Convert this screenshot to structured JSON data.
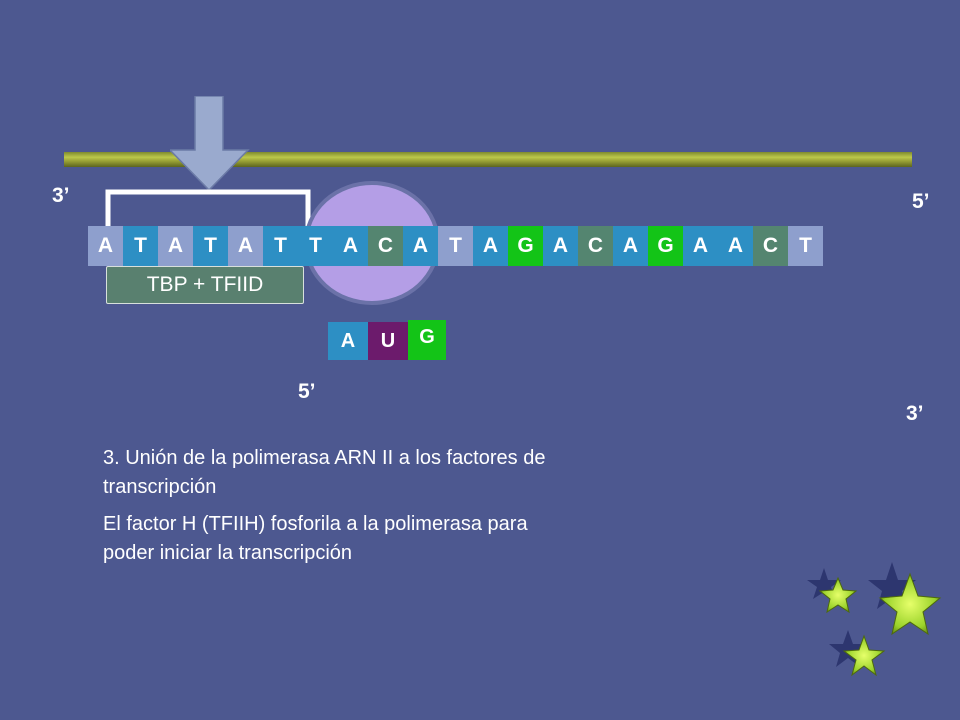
{
  "labels": {
    "top_left": "3’",
    "top_right": "5’",
    "rna_five_prime": "5’",
    "bottom_right": "3’"
  },
  "dna_sequence": [
    {
      "letter": "A",
      "color": "#8e9fcd"
    },
    {
      "letter": "T",
      "color": "#2d8fc4"
    },
    {
      "letter": "A",
      "color": "#8e9fcd"
    },
    {
      "letter": "T",
      "color": "#2d8fc4"
    },
    {
      "letter": "A",
      "color": "#8e9fcd"
    },
    {
      "letter": "T",
      "color": "#2d8fc4"
    },
    {
      "letter": "T",
      "color": "#2d8fc4"
    },
    {
      "letter": "A",
      "color": "#2d8fc4"
    },
    {
      "letter": "C",
      "color": "#548570"
    },
    {
      "letter": "A",
      "color": "#2d8fc4"
    },
    {
      "letter": "T",
      "color": "#8e9fcd"
    },
    {
      "letter": "A",
      "color": "#2d8fc4"
    },
    {
      "letter": "G",
      "color": "#13c417"
    },
    {
      "letter": "A",
      "color": "#2d8fc4"
    },
    {
      "letter": "C",
      "color": "#548570"
    },
    {
      "letter": "A",
      "color": "#2d8fc4"
    },
    {
      "letter": "G",
      "color": "#13c417"
    },
    {
      "letter": "A",
      "color": "#2d8fc4"
    },
    {
      "letter": "A",
      "color": "#2d8fc4"
    },
    {
      "letter": "C",
      "color": "#548570"
    },
    {
      "letter": "T",
      "color": "#8e9fcd"
    }
  ],
  "tbp_box": {
    "label": "TBP + TFIID"
  },
  "rna_bases": [
    {
      "letter": "A",
      "color": "#2d8fc4"
    },
    {
      "letter": "U",
      "color": "#6c1b6c"
    },
    {
      "letter": "G",
      "color": "#13c417"
    }
  ],
  "text": {
    "heading": "3. Unión de la polimerasa ARN II a los factores de transcripción",
    "body": "El  factor H (TFIIH) fosforila a la polimerasa para poder iniciar la transcripción"
  },
  "colors": {
    "background": "#4d5890",
    "polymerase_circle": "#b49ee6",
    "arrow_fill": "#9aaace",
    "bracket": "#ffffff",
    "star": "#9ad22a"
  }
}
